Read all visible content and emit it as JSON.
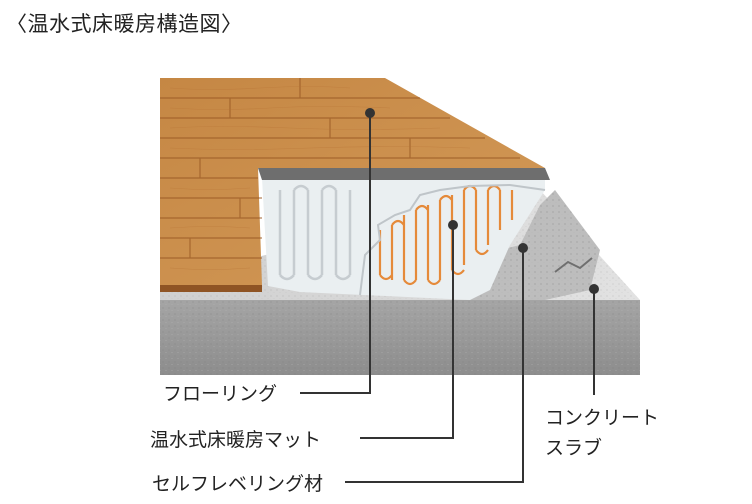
{
  "title": "〈温水式床暖房構造図〉",
  "labels": {
    "flooring": "フローリング",
    "mat": "温水式床暖房マット",
    "leveling": "セルフレベリング材",
    "slab": "コンクリートスラブ"
  },
  "colors": {
    "wood_light": "#c98a4a",
    "wood_dark": "#a8642b",
    "concrete_top": "#d9d9d9",
    "concrete_side": "#9a9a9a",
    "mat_white": "#eef2f4",
    "pipe_orange": "#e58a3a",
    "leader": "#333333"
  }
}
